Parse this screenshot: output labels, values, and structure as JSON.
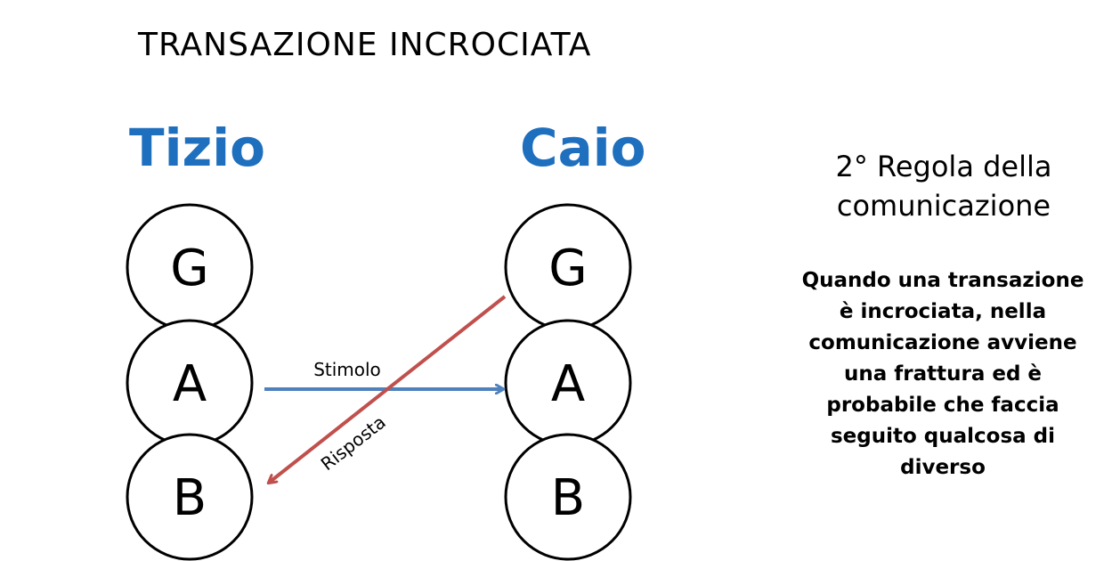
{
  "header": {
    "title": "TRANSAZIONE INCROCIATA"
  },
  "people": {
    "left": "Tizio",
    "right": "Caio"
  },
  "states": {
    "left": [
      "G",
      "A",
      "B"
    ],
    "right": [
      "G",
      "A",
      "B"
    ]
  },
  "arrows": {
    "stimulus_label": "Stimolo",
    "response_label": "Risposta"
  },
  "rule": {
    "title": "2° Regola della\ncomunicazione",
    "text": "Quando una transazione\nè incrociata, nella\ncomunicazione avviene\nuna frattura ed è\nprobabile che faccia\nseguito qualcosa di\ndiverso"
  },
  "colors": {
    "person": "#1f6fbf",
    "stimulus_arrow": "#4f81bd",
    "response_arrow": "#c0504d"
  }
}
